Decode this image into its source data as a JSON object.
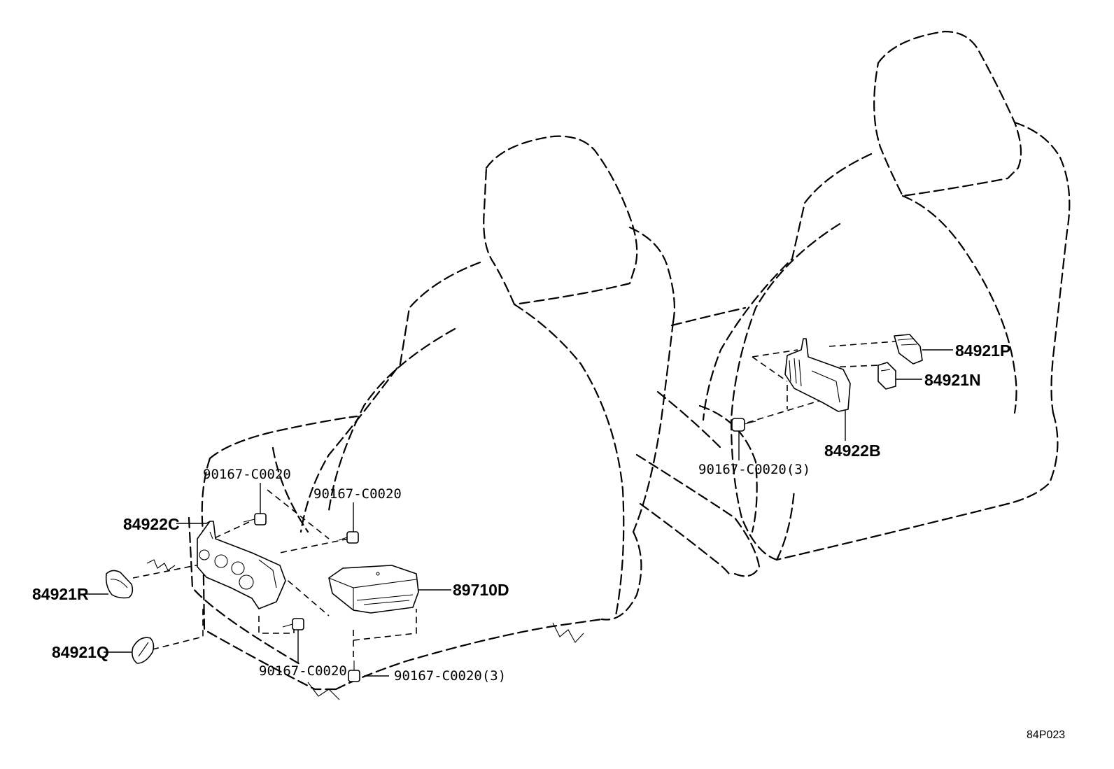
{
  "diagram": {
    "reference_code": "84P023",
    "callouts": {
      "bolt_upper_left": "90167-C0020",
      "bolt_upper_mid": "90167-C0020",
      "bracket_left": "84922C",
      "knob_r": "84921R",
      "knob_q": "84921Q",
      "bolt_lower_left": "90167-C0020",
      "bolt_lower_mid": "90167-C0020(3)",
      "module": "89710D",
      "switch_p": "84921P",
      "switch_n": "84921N",
      "bracket_right": "84922B",
      "bolt_right": "90167-C0020(3)"
    }
  }
}
